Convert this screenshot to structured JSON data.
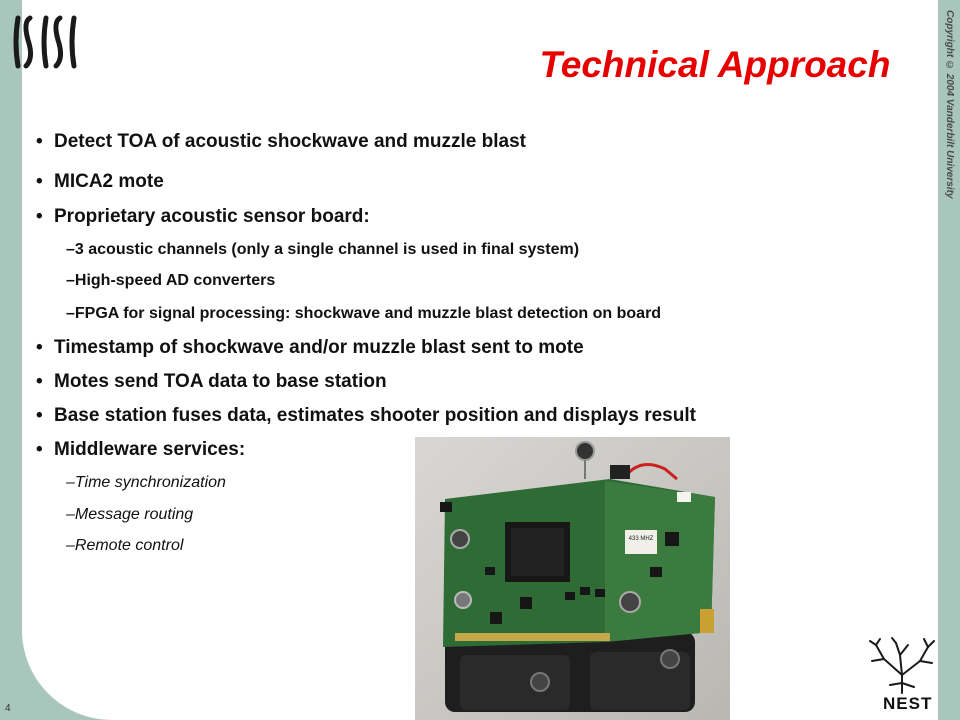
{
  "slide": {
    "title": "Technical Approach",
    "number": "4",
    "copyright": "Copyright © 2004 Vanderbilt University",
    "nest_label": "NEST"
  },
  "bullets": [
    {
      "text": "Detect TOA of acoustic shockwave and muzzle blast"
    },
    {
      "text": "MICA2 mote"
    },
    {
      "text": "Proprietary acoustic sensor board:"
    },
    {
      "text": "–3 acoustic channels (only a single channel is used in final system)"
    },
    {
      "text": "–High-speed AD converters"
    },
    {
      "text": "–FPGA for signal processing: shockwave and muzzle blast detection on board"
    },
    {
      "text": "Timestamp of shockwave and/or muzzle blast sent to mote"
    },
    {
      "text": "Motes send TOA data to base station"
    },
    {
      "text": "Base station fuses data, estimates shooter position and displays result"
    },
    {
      "text": "Middleware services:"
    },
    {
      "text": "–Time synchronization"
    },
    {
      "text": "–Message routing"
    },
    {
      "text": "–Remote control"
    }
  ],
  "photo": {
    "chip_label": "433 MHZ"
  },
  "colors": {
    "title": "#e60000",
    "accent_bar": "#a9c6bd",
    "board": "#2f6b35"
  },
  "icons": {
    "logo": "isis-logo",
    "nest": "nest-tree-logo"
  }
}
